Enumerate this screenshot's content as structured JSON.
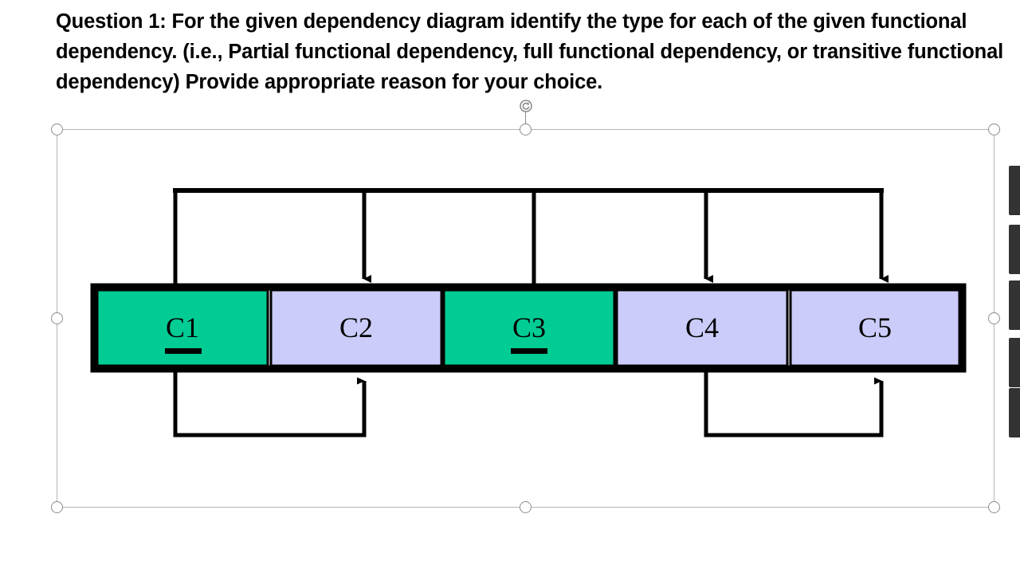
{
  "question": {
    "text": "Question 1: For the given dependency diagram identify the type for each of the given functional dependency. (i.e., Partial functional dependency, full functional dependency, or transitive functional dependency) Provide appropriate reason for your choice."
  },
  "colors": {
    "key_attribute_fill": "#00CC93",
    "nonkey_attribute_fill": "#CCCCFA",
    "outline": "#000000",
    "selection_border": "#B6B6B6",
    "selection_handle": "#8C8C8C",
    "panel_chip": "#333333"
  },
  "diagram": {
    "title": "dependency-diagram",
    "attributes": [
      {
        "label": "C1",
        "fill": "key",
        "underlined": true
      },
      {
        "label": "C2",
        "fill": "nonkey",
        "underlined": false
      },
      {
        "label": "C3",
        "fill": "key",
        "underlined": true
      },
      {
        "label": "C4",
        "fill": "nonkey",
        "underlined": false
      },
      {
        "label": "C5",
        "fill": "nonkey",
        "underlined": false
      }
    ],
    "dependencies_above": [
      {
        "from": "C1",
        "to": "C2"
      },
      {
        "from": "C1",
        "to": "C4"
      },
      {
        "from": "C1",
        "to": "C5"
      },
      {
        "from": "C3",
        "to": "C2"
      },
      {
        "from": "C3",
        "to": "C4"
      },
      {
        "from": "C3",
        "to": "C5"
      }
    ],
    "dependencies_below": [
      {
        "from": "C1",
        "to": "C2"
      },
      {
        "from": "C4",
        "to": "C5"
      }
    ]
  },
  "selection": {
    "handles": [
      "top-left",
      "top-center",
      "top-right",
      "middle-left",
      "middle-right",
      "bottom-left",
      "bottom-center",
      "bottom-right"
    ],
    "rotate_handle": "rotate-handle"
  },
  "right_panel": {
    "chip_count": 5
  }
}
